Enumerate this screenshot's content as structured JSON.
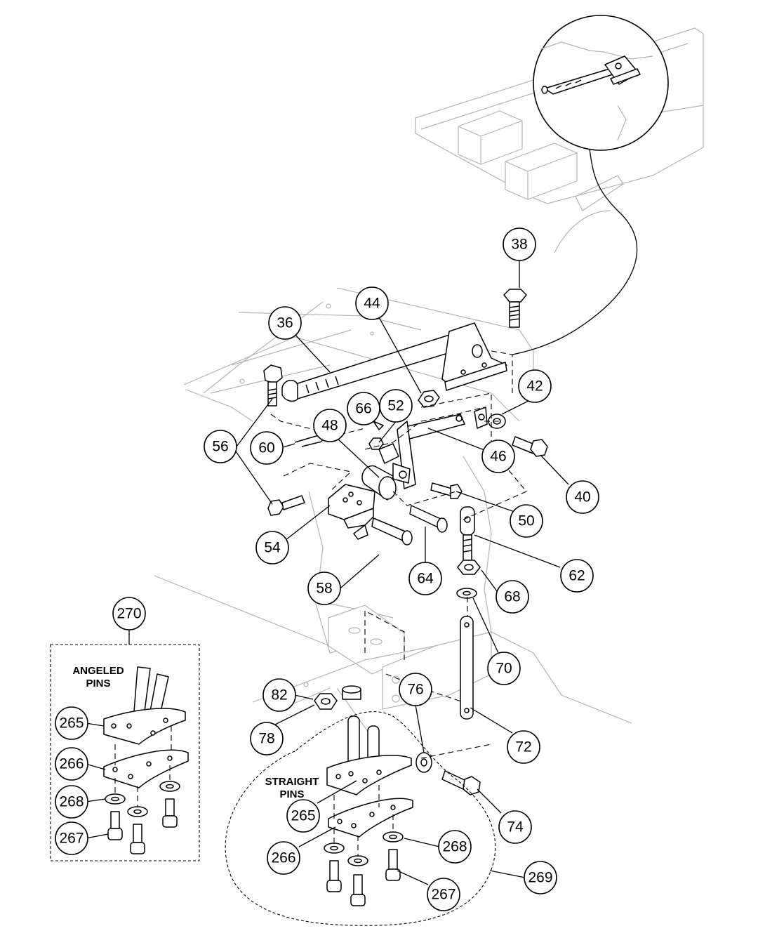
{
  "diagram": {
    "callouts": [
      {
        "id": "36",
        "label": "36"
      },
      {
        "id": "38",
        "label": "38"
      },
      {
        "id": "40",
        "label": "40"
      },
      {
        "id": "42",
        "label": "42"
      },
      {
        "id": "44",
        "label": "44"
      },
      {
        "id": "46",
        "label": "46"
      },
      {
        "id": "48",
        "label": "48"
      },
      {
        "id": "50",
        "label": "50"
      },
      {
        "id": "52",
        "label": "52"
      },
      {
        "id": "54",
        "label": "54"
      },
      {
        "id": "56",
        "label": "56"
      },
      {
        "id": "58",
        "label": "58"
      },
      {
        "id": "60",
        "label": "60"
      },
      {
        "id": "62",
        "label": "62"
      },
      {
        "id": "64",
        "label": "64"
      },
      {
        "id": "66",
        "label": "66"
      },
      {
        "id": "68",
        "label": "68"
      },
      {
        "id": "70",
        "label": "70"
      },
      {
        "id": "72",
        "label": "72"
      },
      {
        "id": "74",
        "label": "74"
      },
      {
        "id": "76",
        "label": "76"
      },
      {
        "id": "78",
        "label": "78"
      },
      {
        "id": "82",
        "label": "82"
      },
      {
        "id": "270",
        "label": "270"
      },
      {
        "id": "265a",
        "label": "265"
      },
      {
        "id": "266a",
        "label": "266"
      },
      {
        "id": "268a",
        "label": "268"
      },
      {
        "id": "267a",
        "label": "267"
      },
      {
        "id": "265b",
        "label": "265"
      },
      {
        "id": "266b",
        "label": "266"
      },
      {
        "id": "268b",
        "label": "268"
      },
      {
        "id": "267b",
        "label": "267"
      },
      {
        "id": "269",
        "label": "269"
      }
    ],
    "angled_box": {
      "line1": "ANGELED",
      "line2": "PINS"
    },
    "straight_group": {
      "line1": "STRAIGHT",
      "line2": "PINS"
    }
  }
}
